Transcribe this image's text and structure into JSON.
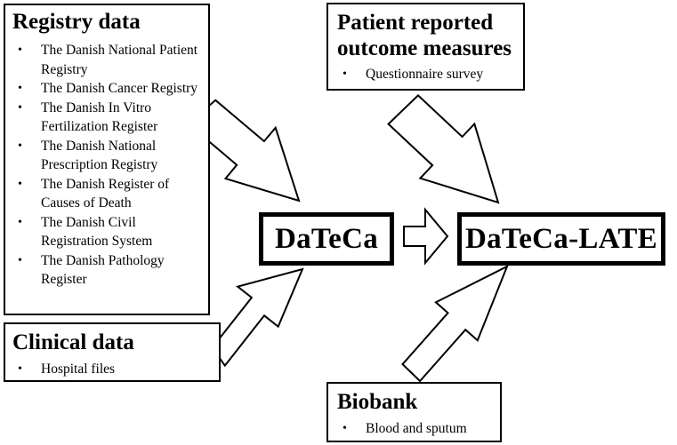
{
  "registry": {
    "title": "Registry data",
    "items": [
      "The Danish National Patient Registry",
      "The Danish Cancer Registry",
      "The Danish In Vitro Fertilization Register",
      "The Danish National Prescription Registry",
      "The Danish Register of Causes of Death",
      "The Danish Civil Registration System",
      "The Danish Pathology Register"
    ]
  },
  "clinical": {
    "title": "Clinical data",
    "items": [
      "Hospital files"
    ]
  },
  "prom": {
    "title": "Patient reported outcome measures",
    "items": [
      "Questionnaire survey"
    ]
  },
  "biobank": {
    "title": "Biobank",
    "items": [
      "Blood and sputum"
    ]
  },
  "center": {
    "left": "DaTeCa",
    "right": "DaTeCa-LATE"
  }
}
